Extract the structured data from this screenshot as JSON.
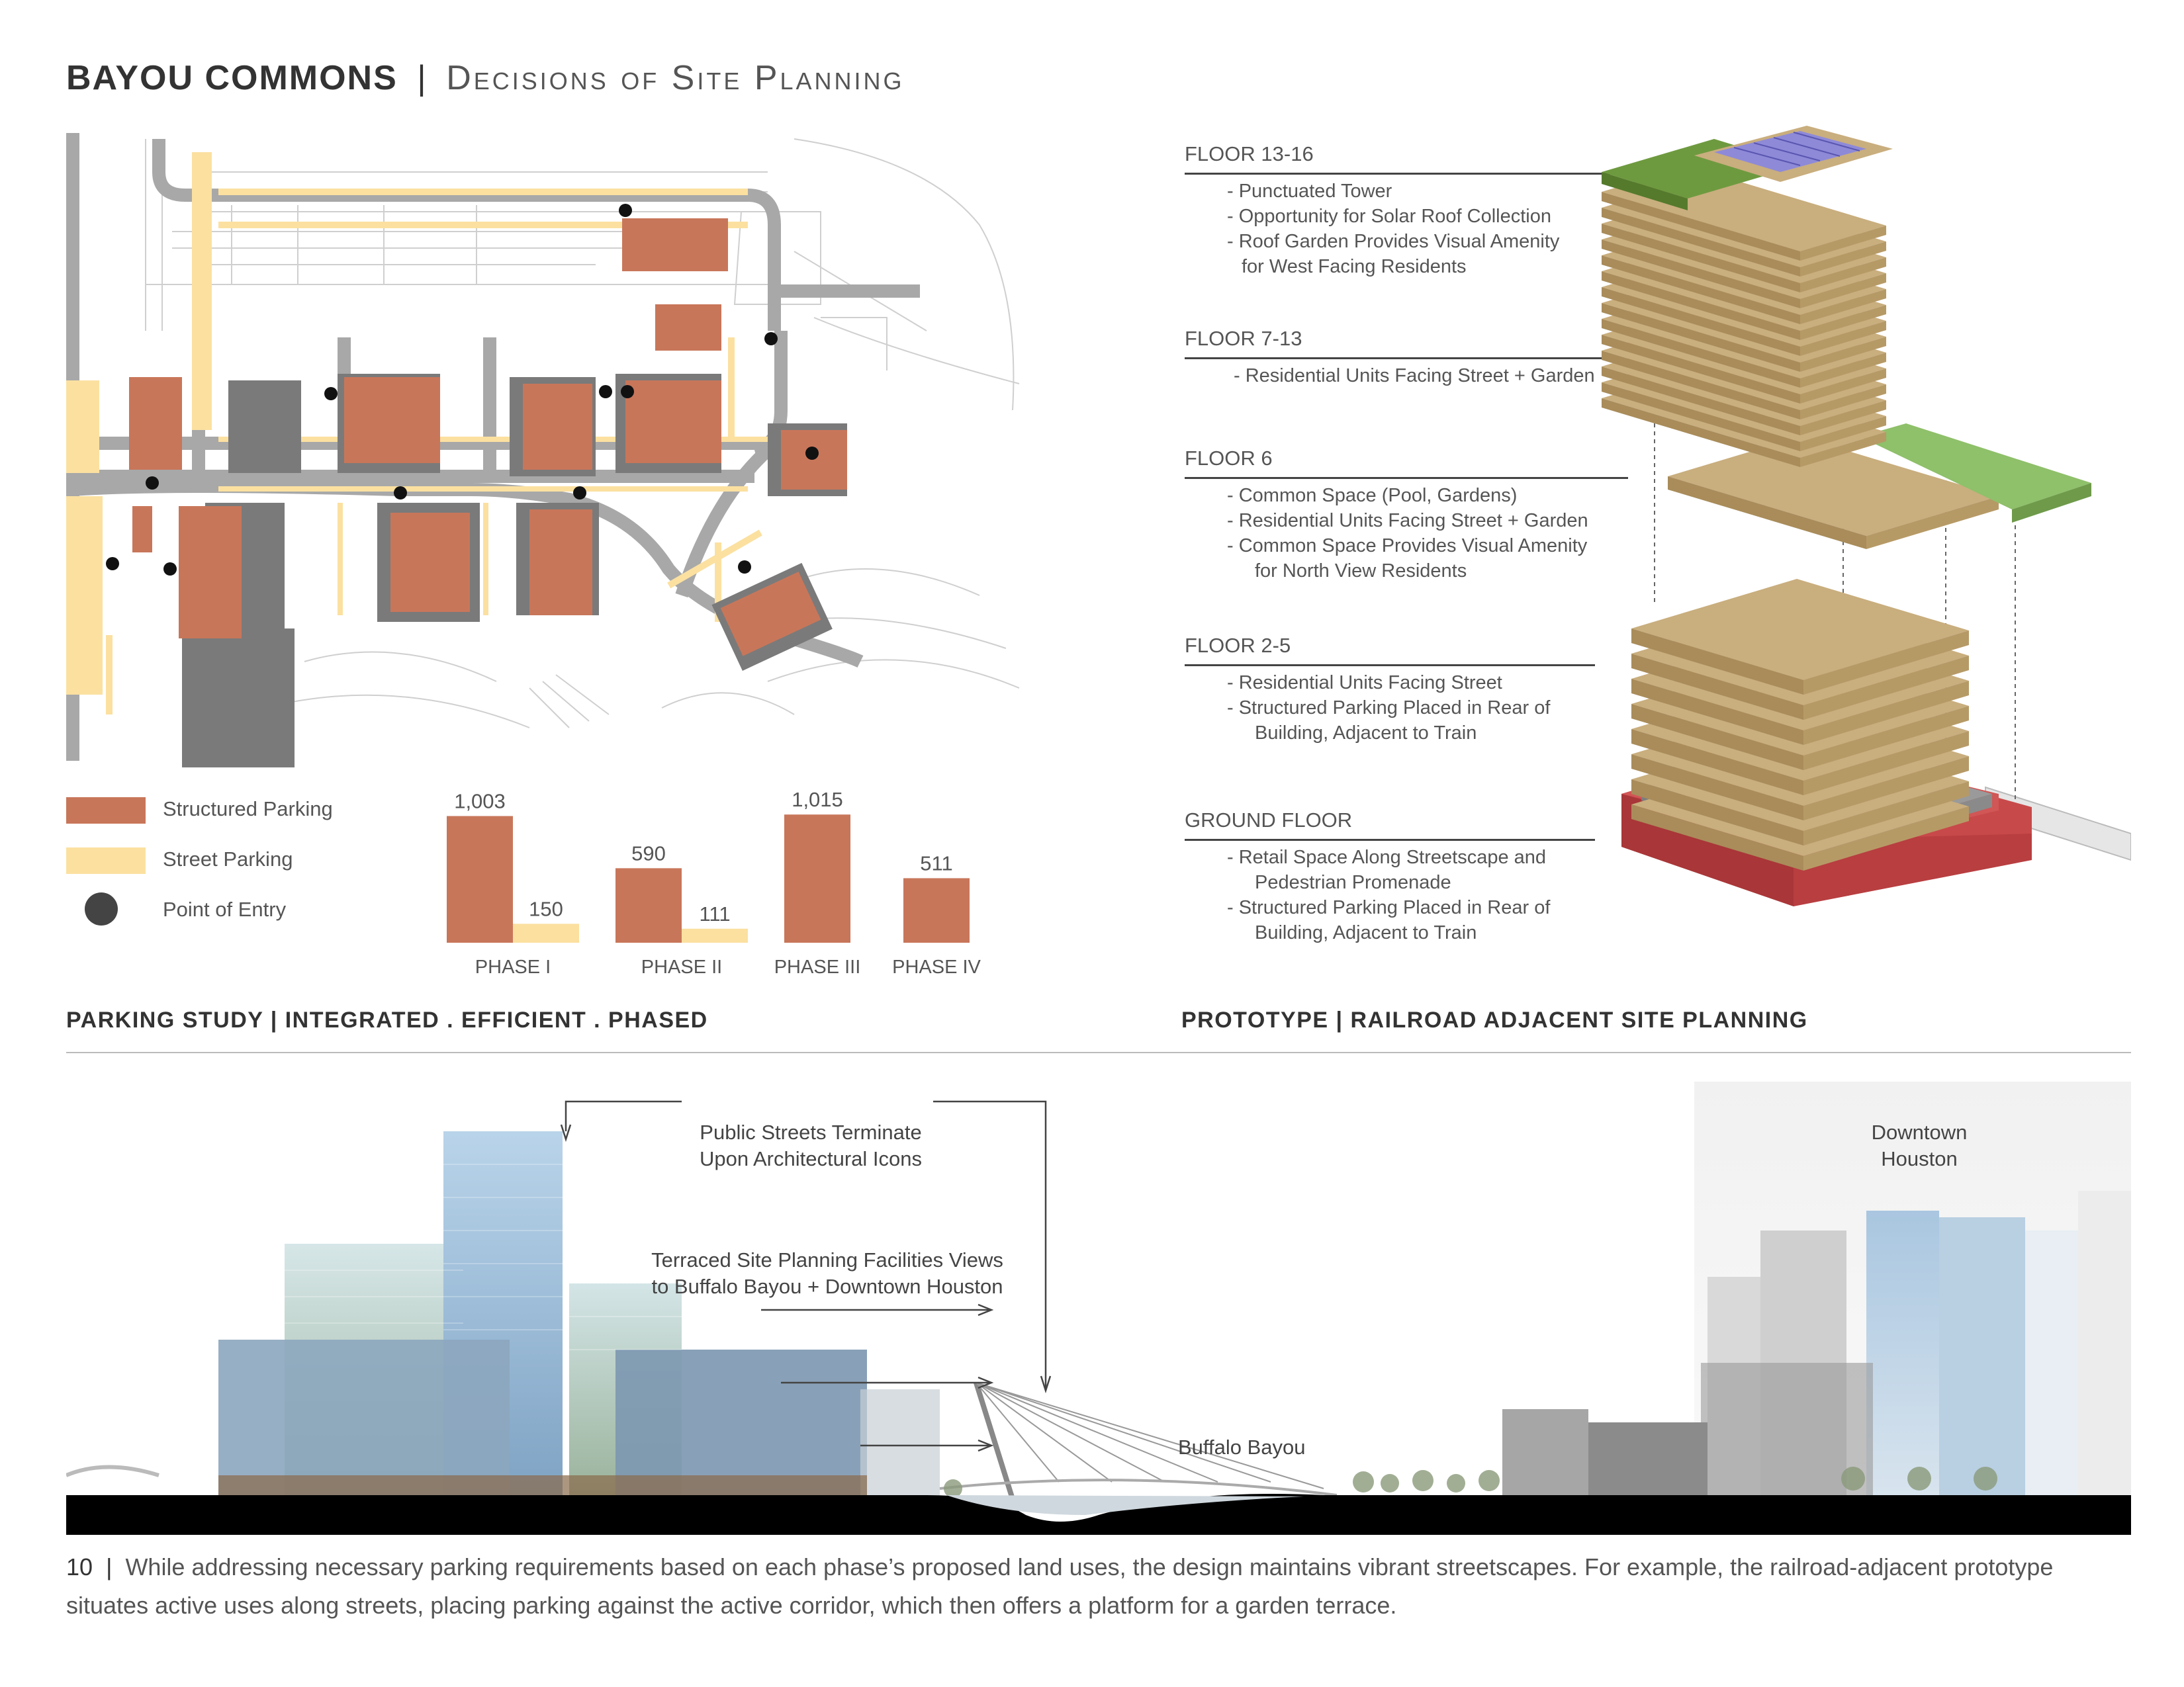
{
  "header": {
    "title": "BAYOU COMMONS",
    "separator": "|",
    "subtitle": "Decisions of Site Planning"
  },
  "colors": {
    "structured_parking": "#c8765a",
    "street_parking": "#fbe0a0",
    "point_of_entry": "#444444",
    "building_tan": "#c9ae7e",
    "roof_green": "#6e9a3f",
    "ground_red": "#c8494a"
  },
  "parking_study": {
    "section_title": "PARKING STUDY | INTEGRATED . EFFICIENT . PHASED",
    "legend": [
      {
        "label": "Structured Parking",
        "color": "#c8765a",
        "shape": "rect"
      },
      {
        "label": "Street Parking",
        "color": "#fbe0a0",
        "shape": "rect"
      },
      {
        "label": "Point of Entry",
        "color": "#444444",
        "shape": "circle"
      }
    ]
  },
  "chart_data": {
    "type": "bar",
    "categories": [
      "PHASE I",
      "PHASE II",
      "PHASE III",
      "PHASE IV"
    ],
    "series": [
      {
        "name": "Structured Parking",
        "values": [
          1003,
          590,
          1015,
          511
        ],
        "labels": [
          "1,003",
          "590",
          "1,015",
          "511"
        ],
        "color": "#c8765a"
      },
      {
        "name": "Street Parking",
        "values": [
          150,
          111,
          null,
          null
        ],
        "labels": [
          "150",
          "111",
          "",
          ""
        ],
        "color": "#fbe0a0"
      }
    ],
    "ylim": [
      0,
      1100
    ]
  },
  "prototype": {
    "section_title": "PROTOTYPE | RAILROAD ADJACENT SITE PLANNING",
    "floors": [
      {
        "label": "FLOOR 13-16",
        "items": [
          "- Punctuated Tower",
          "- Opportunity for Solar Roof Collection",
          "- Roof Garden Provides Visual Amenity",
          "for West Facing Residents"
        ]
      },
      {
        "label": "FLOOR 7-13",
        "items": [
          "- Residential Units Facing Street + Garden"
        ]
      },
      {
        "label": "FLOOR 6",
        "items": [
          "- Common Space (Pool, Gardens)",
          "- Residential Units Facing Street + Garden",
          "- Common Space Provides Visual Amenity",
          "for North View Residents"
        ]
      },
      {
        "label": "FLOOR 2-5",
        "items": [
          "- Residential Units Facing Street",
          "- Structured Parking Placed in Rear of",
          "Building, Adjacent to Train"
        ]
      },
      {
        "label": "GROUND FLOOR",
        "items": [
          "- Retail Space Along Streetscape and",
          "Pedestrian Promenade",
          "- Structured Parking Placed in Rear of",
          "Building, Adjacent to Train"
        ]
      }
    ]
  },
  "section_view": {
    "annotations": {
      "streets": [
        "Public Streets Terminate",
        "Upon Architectural Icons"
      ],
      "terraced": [
        "Terraced Site Planning Facilities Views",
        "to Buffalo Bayou + Downtown Houston"
      ],
      "bayou": "Buffalo Bayou",
      "downtown": [
        "Downtown",
        "Houston"
      ]
    }
  },
  "caption": {
    "page_number": "10",
    "separator": "|",
    "text": "While addressing necessary parking requirements based on each phase’s proposed land uses, the design maintains vibrant streetscapes. For example, the railroad-adjacent prototype situates active uses along streets, placing parking against the active corridor, which then offers a platform for a garden terrace."
  }
}
